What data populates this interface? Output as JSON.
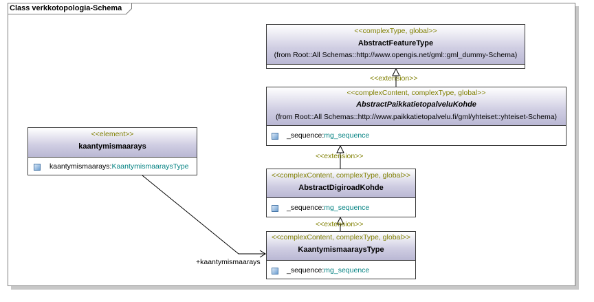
{
  "diagram": {
    "title": "Class verkkotopologia-Schema"
  },
  "classes": {
    "abstract_feature_type": {
      "stereotype": "<<complexType, global>>",
      "name": "AbstractFeatureType",
      "from": "(from Root::All Schemas::http://www.opengis.net/gml::gml_dummy-Schema)"
    },
    "abstract_paikkatieto": {
      "stereotype": "<<complexContent, complexType, global>>",
      "name": "AbstractPaikkatietopalveluKohde",
      "from": "(from Root::All Schemas::http://www.paikkatietopalvelu.fi/gml/yhteiset::yhteiset-Schema)",
      "attr_name": "_sequence:",
      "attr_type": "mg_sequence"
    },
    "abstract_digiroad": {
      "stereotype": "<<complexContent, complexType, global>>",
      "name": "AbstractDigiroadKohde",
      "attr_name": "_sequence:",
      "attr_type": "mg_sequence"
    },
    "kaantymismaarays_type": {
      "stereotype": "<<complexContent, complexType, global>>",
      "name": "KaantymismaaraysType",
      "attr_name": "_sequence:",
      "attr_type": "mg_sequence"
    },
    "kaantymismaarays": {
      "stereotype": "<<element>>",
      "name": "kaantymismaarays",
      "attr_name": "kaantymismaarays:",
      "attr_type": "KaantymismaaraysType"
    }
  },
  "relations": {
    "ext1": "<<extension>>",
    "ext2": "<<extension>>",
    "ext3": "<<extension>>",
    "assoc_role": "+kaantymismaarays"
  }
}
